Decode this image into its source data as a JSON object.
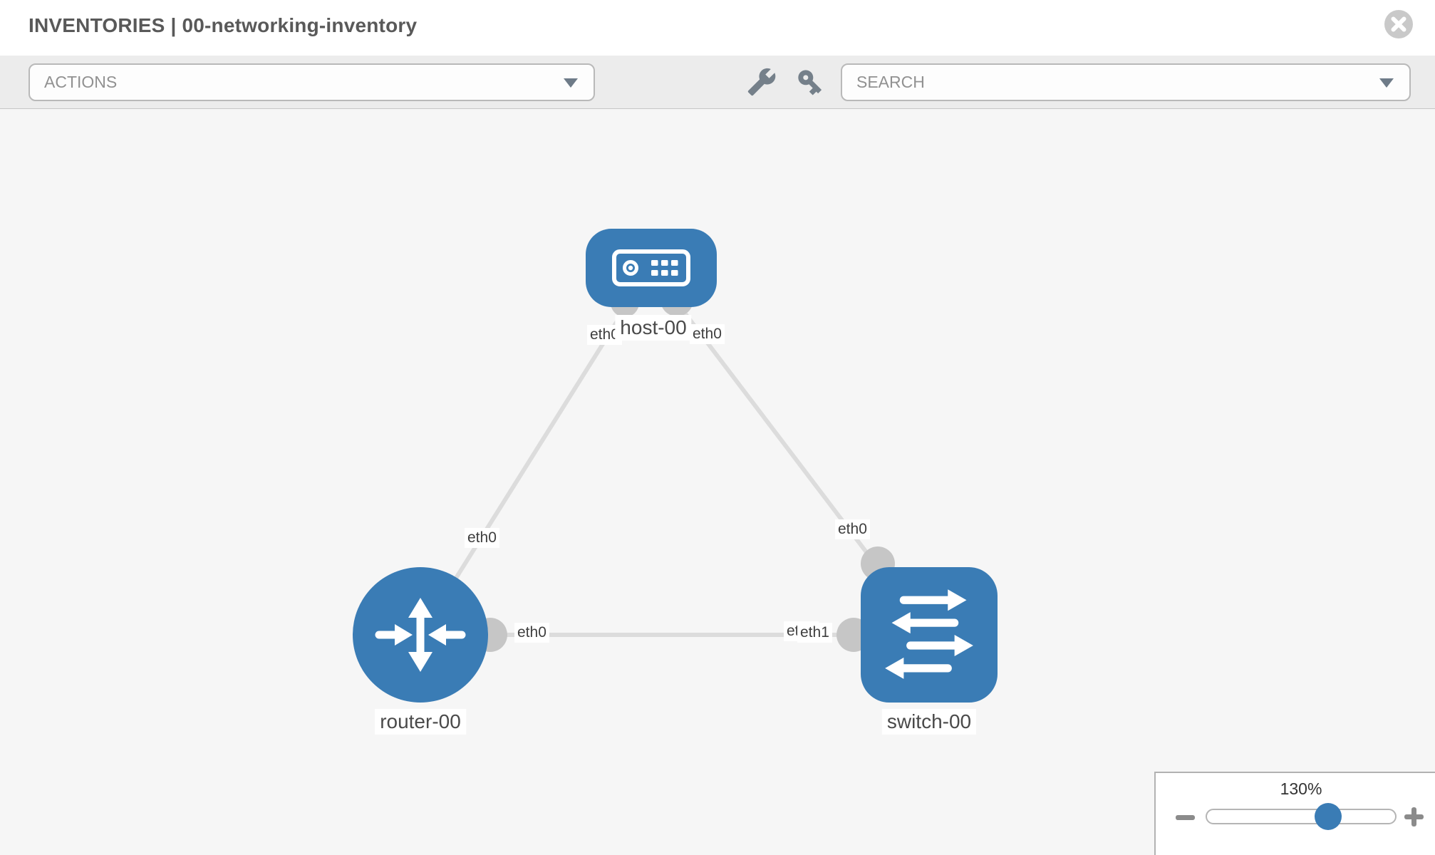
{
  "window": {
    "title": "INVENTORIES | 00-networking-inventory"
  },
  "toolbar": {
    "actions_dropdown": {
      "label": "ACTIONS"
    },
    "search_dropdown": {
      "label": "SEARCH"
    },
    "icons": [
      "wrench-icon",
      "key-icon"
    ]
  },
  "topology": {
    "nodes": [
      {
        "name": "host-00",
        "type": "host"
      },
      {
        "name": "router-00",
        "type": "router"
      },
      {
        "name": "switch-00",
        "type": "switch"
      }
    ],
    "links": [
      {
        "from": "router-00",
        "from_interface": "eth0",
        "to": "host-00",
        "to_interface": "eth0"
      },
      {
        "from": "host-00",
        "from_interface": "eth0",
        "to": "switch-00",
        "to_interface": "eth0"
      },
      {
        "from": "router-00",
        "from_interface": "eth0",
        "to": "switch-00",
        "to_interface": "eth1"
      }
    ],
    "interface_labels": [
      {
        "text": "eth0"
      },
      {
        "text": "eth0"
      },
      {
        "text": "eth0"
      },
      {
        "text": "eth0"
      },
      {
        "text": "eth0"
      },
      {
        "text": "eth1"
      },
      {
        "text": "eth1"
      }
    ]
  },
  "zoom_control": {
    "level": "130%"
  },
  "colors": {
    "node_blue": "#3a7cb5",
    "link_gray": "#dcdcdc",
    "connector_gray": "#c6c6c6",
    "toolbar_gray": "#ececec",
    "canvas_gray": "#f6f6f6"
  }
}
